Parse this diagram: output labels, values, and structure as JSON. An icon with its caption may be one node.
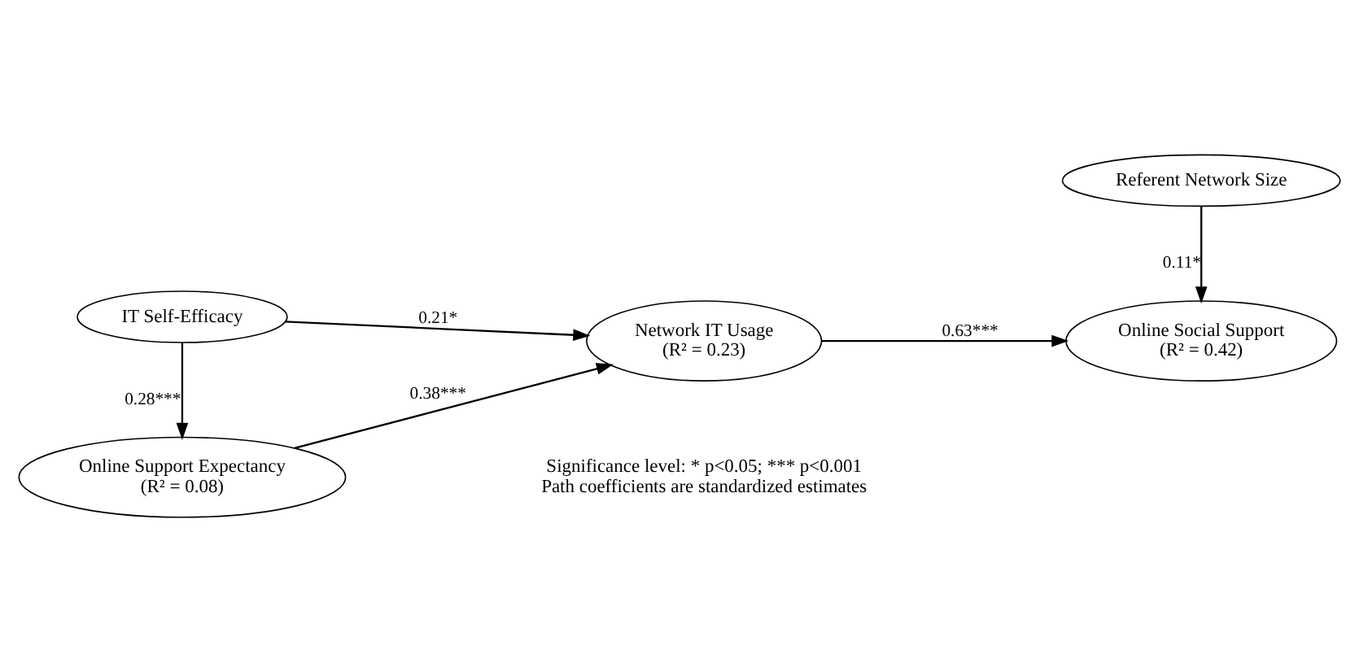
{
  "diagram": {
    "nodes": [
      {
        "text": [
          "IT Self-Efficacy"
        ]
      },
      {
        "text": [
          "Online Support Expectancy",
          "(R² = 0.08)"
        ]
      },
      {
        "text": [
          "Network IT Usage",
          "(R² = 0.23)"
        ]
      },
      {
        "text": [
          "Referent Network Size"
        ]
      },
      {
        "text": [
          "Online Social Support",
          "(R² = 0.42)"
        ]
      }
    ],
    "edges": [
      {
        "from": 0,
        "to": 2,
        "arrow": "to",
        "label": "0.21*"
      },
      {
        "from": 0,
        "to": 1,
        "arrow": "to",
        "label": "0.28***"
      },
      {
        "from": 1,
        "to": 2,
        "arrow": "to",
        "label": "0.38***"
      },
      {
        "from": 2,
        "to": 4,
        "arrow": "to",
        "label": "0.63***"
      },
      {
        "from": 3,
        "to": 4,
        "arrow": "to",
        "label": "0.11*"
      }
    ],
    "labels": [
      "Significance level: * p<0.05; *** p<0.001",
      "Path coefficients are standardized estimates"
    ]
  }
}
